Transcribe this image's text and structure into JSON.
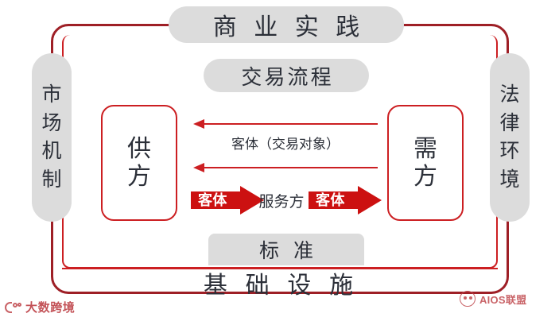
{
  "diagram": {
    "top_pill": "商 业 实 践",
    "mid_pill": "交易流程",
    "standards_pill": "标 准",
    "infrastructure": "基 础 设 施",
    "left_pillar": [
      "市",
      "场",
      "机",
      "制"
    ],
    "right_pillar": [
      "法",
      "律",
      "环",
      "境"
    ],
    "supply_box": [
      "供",
      "方"
    ],
    "demand_box": [
      "需",
      "方"
    ],
    "object_label": "客体（交易对象）",
    "service_label": "服务方",
    "block_arrow_left_label": "客体",
    "block_arrow_right_label": "客体"
  },
  "watermarks": {
    "left": "大数跨境",
    "right": "AIOS联盟"
  },
  "colors": {
    "outer_frame": "#9e1f26",
    "inner_frame": "#cc1f22",
    "block_arrow": "#cc1111",
    "pill_bg": "#dcdcdc",
    "text": "#2b2f38",
    "watermark": "#c0484d"
  }
}
